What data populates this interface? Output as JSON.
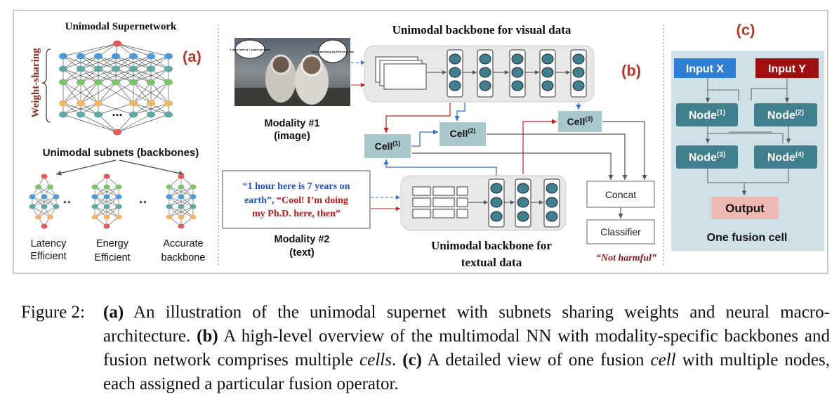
{
  "panel_a": {
    "label": "(a)",
    "title": "Unimodal Supernetwork",
    "weight_sharing": "Weight-sharing",
    "ellipsis": "...",
    "subnets_title": "Unimodal subnets (backbones)",
    "subnet_ellipsis": "··",
    "subnet_labels": [
      {
        "line1": "Latency",
        "line2": "Efficient"
      },
      {
        "line1": "Energy",
        "line2": "Efficient"
      },
      {
        "line1": "Accurate",
        "line2": "backbone"
      }
    ]
  },
  "panel_b": {
    "label": "(b)",
    "visual_title": "Unimodal backbone for visual data",
    "bubble_left": "1 hour here is 7 years on earth",
    "bubble_right": "Cool! I am doing my PhD here, then",
    "modality1_line1": "Modality #1",
    "modality1_line2": "(image)",
    "modality2_line1": "Modality #2",
    "modality2_line2": "(text)",
    "text_quote_line1": "“1 hour here is 7 years on",
    "text_quote_line2a": "earth”, ",
    "text_quote_line2b": "“Cool! I’m doing",
    "text_quote_line3": "my Ph.D. here, then”",
    "cells": [
      {
        "name": "Cell",
        "sup": "(1)"
      },
      {
        "name": "Cell",
        "sup": "(2)"
      },
      {
        "name": "Cell",
        "sup": "(3)"
      }
    ],
    "concat": "Concat",
    "classifier": "Classifier",
    "not_harmful": "“Not harmful”",
    "textual_title_line1": "Unimodal backbone for",
    "textual_title_line2": "textual data"
  },
  "panel_c": {
    "label": "(c)",
    "input_x": "Input X",
    "input_y": "Input Y",
    "nodes": [
      {
        "name": "Node",
        "sup": "(1)"
      },
      {
        "name": "Node",
        "sup": "(2)"
      },
      {
        "name": "Node",
        "sup": "(3)"
      },
      {
        "name": "Node",
        "sup": "(4)"
      }
    ],
    "output": "Output",
    "footer": "One fusion cell"
  },
  "caption": {
    "label": "Figure 2:",
    "a": "(a)",
    "a_text": " An illustration of the unimodal supernet with subnets sharing weights and neural macro-architecture. ",
    "b": "(b)",
    "b_text": " A high-level overview of the multimodal NN with modality-specific backbones and fusion network comprises multiple ",
    "cells_word": "cells",
    "b_end": ". ",
    "c": "(c)",
    "c_text": " A detailed view of one fusion ",
    "cell_word": "cell",
    "c_end": " with multiple nodes, each assigned a particular fusion operator."
  },
  "colors": {
    "red_label": "#b03a2e",
    "node_teal": "#3f7f8e",
    "cell_box": "#a9c8cc",
    "panel_c_bg": "#cfe0e6",
    "input_x": "#2f7fd6",
    "input_y": "#a01010",
    "output": "#efb9b3",
    "sn_red": "#e05a5a",
    "sn_blue": "#4c9ad8",
    "sn_green": "#7cc46c",
    "sn_orange": "#f2b36b",
    "sn_teal": "#5fa8a8"
  }
}
